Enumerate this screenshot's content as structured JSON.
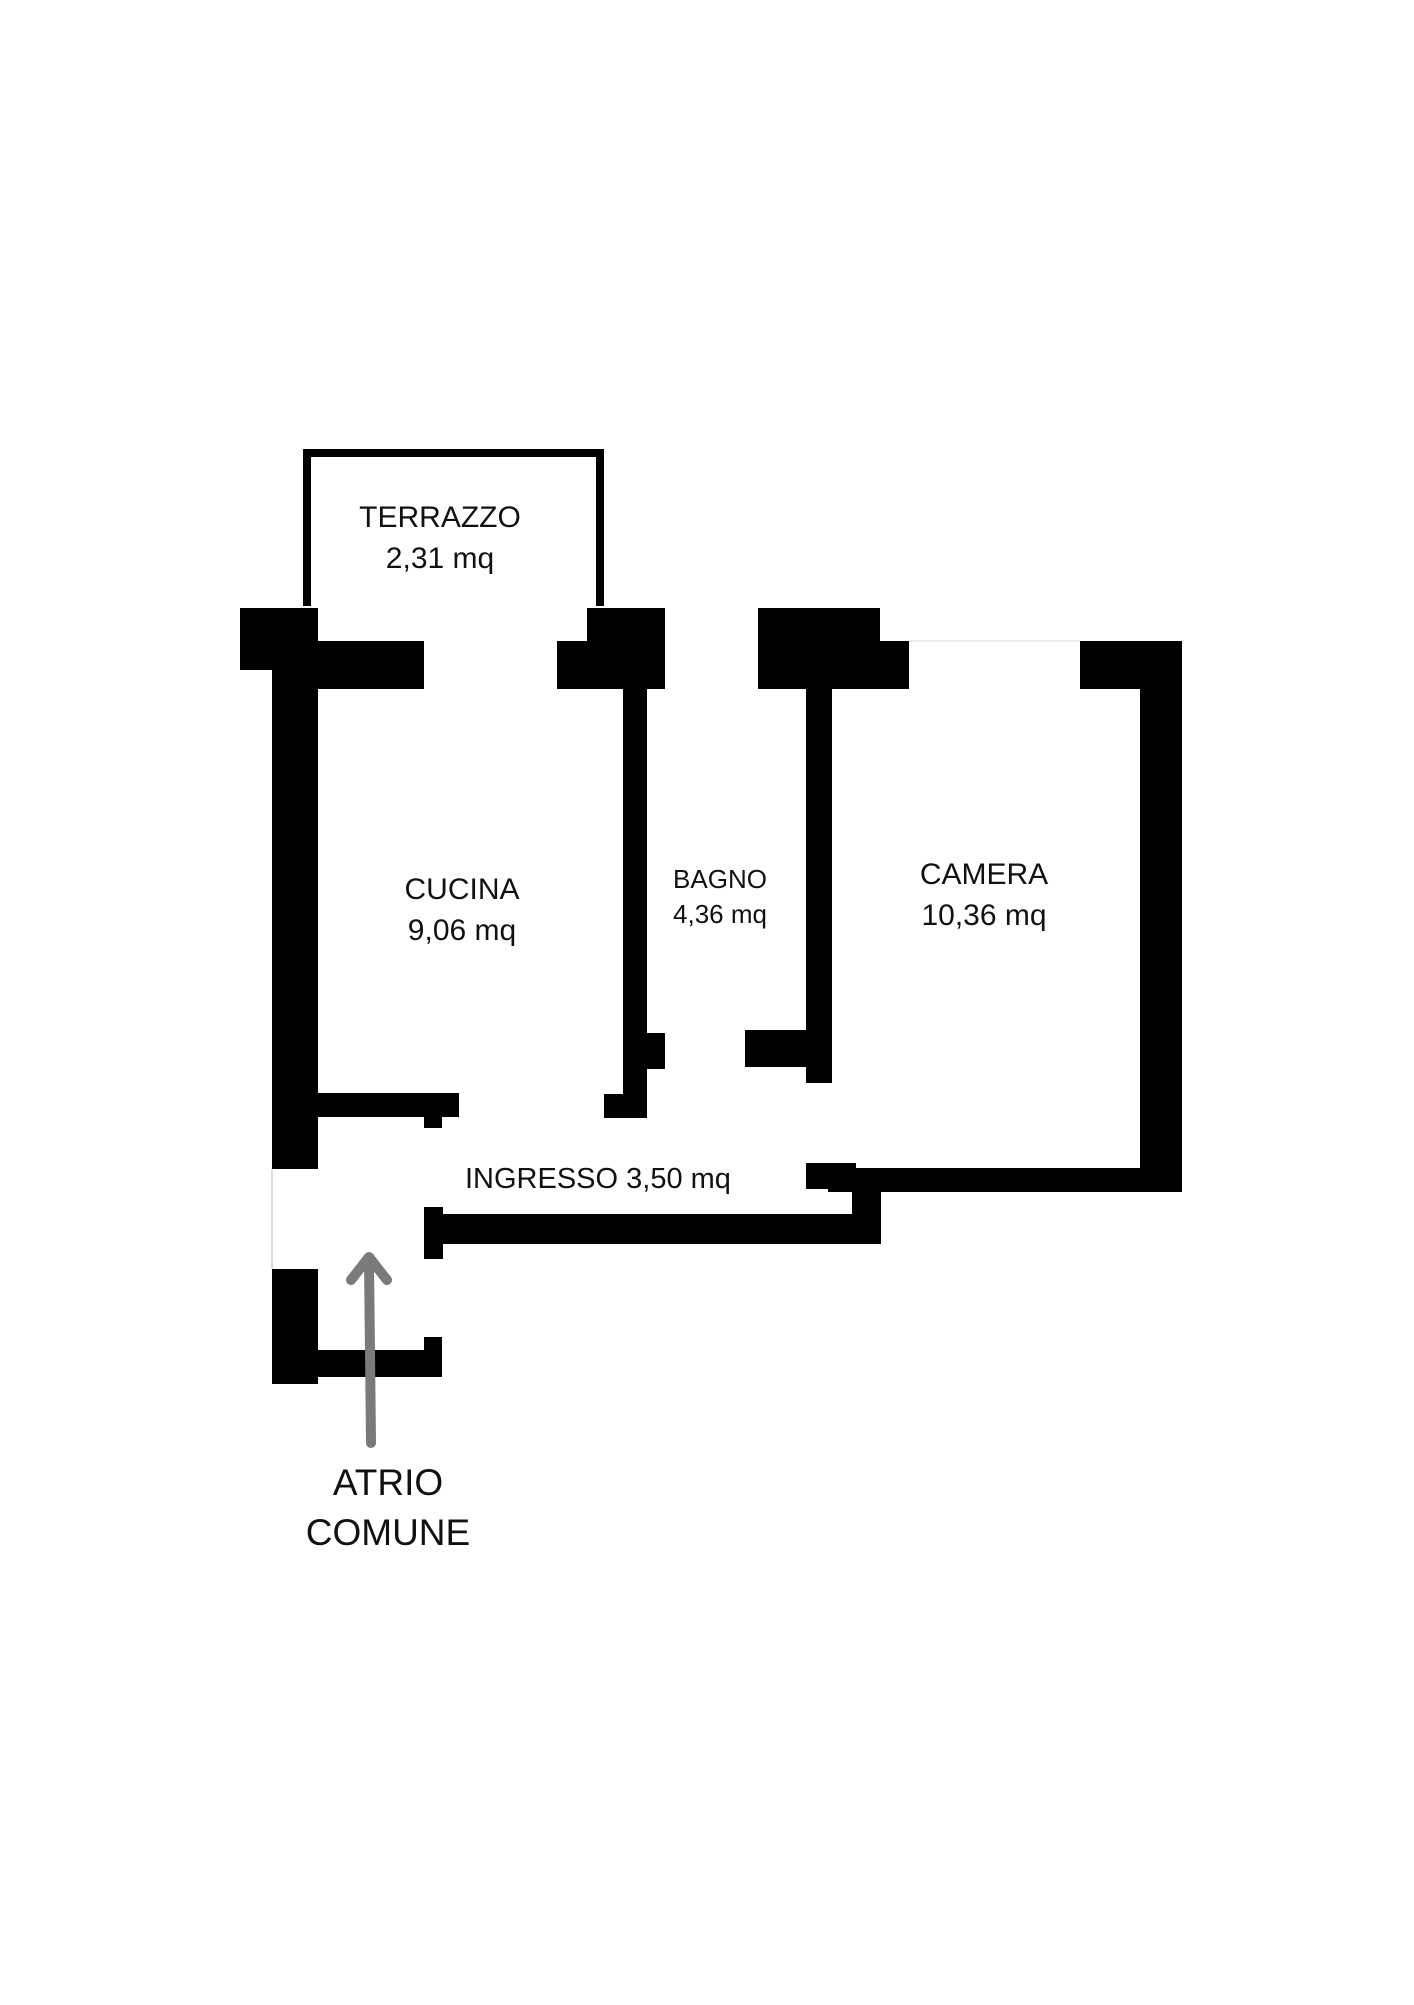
{
  "floor_plan": {
    "rooms": [
      {
        "id": "terrazzo",
        "name": "TERRAZZO",
        "area": "2,31 mq"
      },
      {
        "id": "cucina",
        "name": "CUCINA",
        "area": "9,06 mq"
      },
      {
        "id": "bagno",
        "name": "BAGNO",
        "area": "4,36 mq"
      },
      {
        "id": "camera",
        "name": "CAMERA",
        "area": "10,36 mq"
      },
      {
        "id": "ingresso",
        "name": "INGRESSO 3,50 mq",
        "area": ""
      }
    ],
    "entrance": {
      "label_line1": "ATRIO",
      "label_line2": "COMUNE",
      "arrow_color": "#7a7a7a"
    },
    "colors": {
      "wall": "#000000",
      "background": "#ffffff",
      "text": "#111111"
    }
  }
}
